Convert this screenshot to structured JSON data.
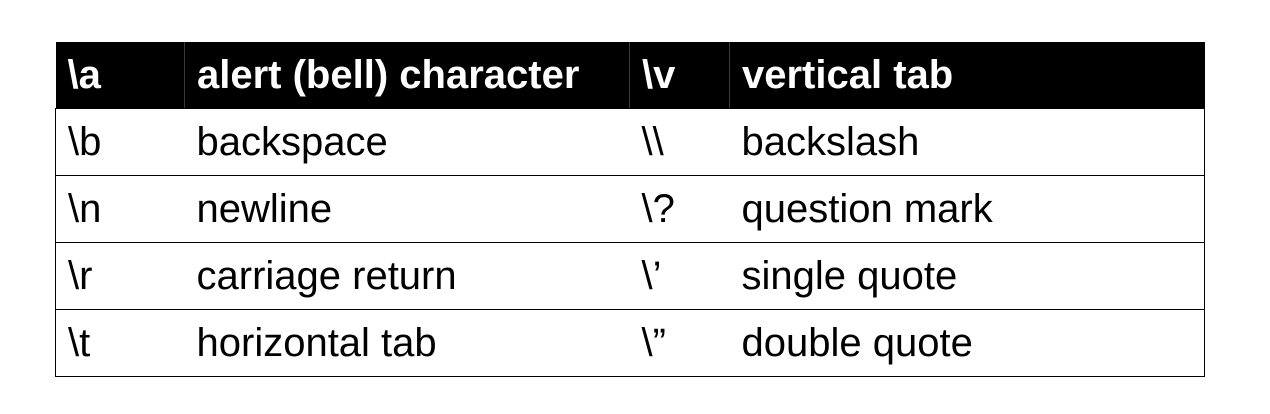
{
  "table": {
    "rows": [
      [
        "\\a",
        "alert (bell) character",
        "\\v",
        "vertical tab"
      ],
      [
        "\\b",
        "backspace",
        "\\\\",
        "backslash"
      ],
      [
        "\\n",
        "newline",
        "\\?",
        "question mark"
      ],
      [
        "\\r",
        "carriage return",
        "\\’",
        "single quote"
      ],
      [
        "\\t",
        "horizontal tab",
        "\\”",
        "double quote"
      ]
    ]
  }
}
